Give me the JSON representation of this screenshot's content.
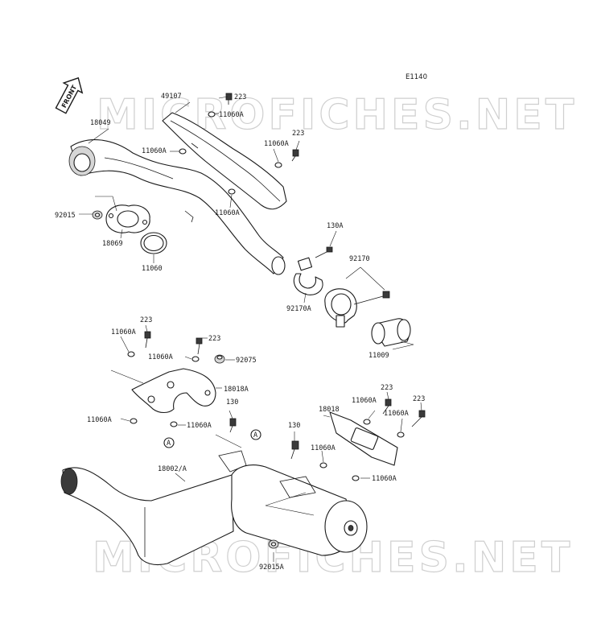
{
  "figure_code": "E1140",
  "watermark": "MICROFICHES.NET",
  "front_indicator": "FRONT",
  "ref_mark": "A",
  "parts": [
    {
      "id": "p49107",
      "text": "49107"
    },
    {
      "id": "p223a",
      "text": "223"
    },
    {
      "id": "p11060A_a",
      "text": "11060A"
    },
    {
      "id": "p18049",
      "text": "18049"
    },
    {
      "id": "p223b",
      "text": "223"
    },
    {
      "id": "p11060A_b",
      "text": "11060A"
    },
    {
      "id": "p11060A_c",
      "text": "11060A"
    },
    {
      "id": "p11060A_d",
      "text": "11060A"
    },
    {
      "id": "p92015",
      "text": "92015"
    },
    {
      "id": "p18069",
      "text": "18069"
    },
    {
      "id": "p11060",
      "text": "11060"
    },
    {
      "id": "p130A",
      "text": "130A"
    },
    {
      "id": "p92170",
      "text": "92170"
    },
    {
      "id": "p92170A",
      "text": "92170A"
    },
    {
      "id": "p11009",
      "text": "11009"
    },
    {
      "id": "p223c",
      "text": "223"
    },
    {
      "id": "p11060A_e",
      "text": "11060A"
    },
    {
      "id": "p223d",
      "text": "223"
    },
    {
      "id": "p11060A_f",
      "text": "11060A"
    },
    {
      "id": "p92075",
      "text": "92075"
    },
    {
      "id": "p18018A",
      "text": "18018A"
    },
    {
      "id": "p130a",
      "text": "130"
    },
    {
      "id": "p11060A_g",
      "text": "11060A"
    },
    {
      "id": "p11060A_h",
      "text": "11060A"
    },
    {
      "id": "p18018",
      "text": "18018"
    },
    {
      "id": "p223e",
      "text": "223"
    },
    {
      "id": "p11060A_i",
      "text": "11060A"
    },
    {
      "id": "p223f",
      "text": "223"
    },
    {
      "id": "p11060A_j",
      "text": "11060A"
    },
    {
      "id": "p130b",
      "text": "130"
    },
    {
      "id": "p11060A_k",
      "text": "11060A"
    },
    {
      "id": "p18002A",
      "text": "18002/A"
    },
    {
      "id": "p11060A_l",
      "text": "11060A"
    },
    {
      "id": "p92015A",
      "text": "92015A"
    }
  ]
}
